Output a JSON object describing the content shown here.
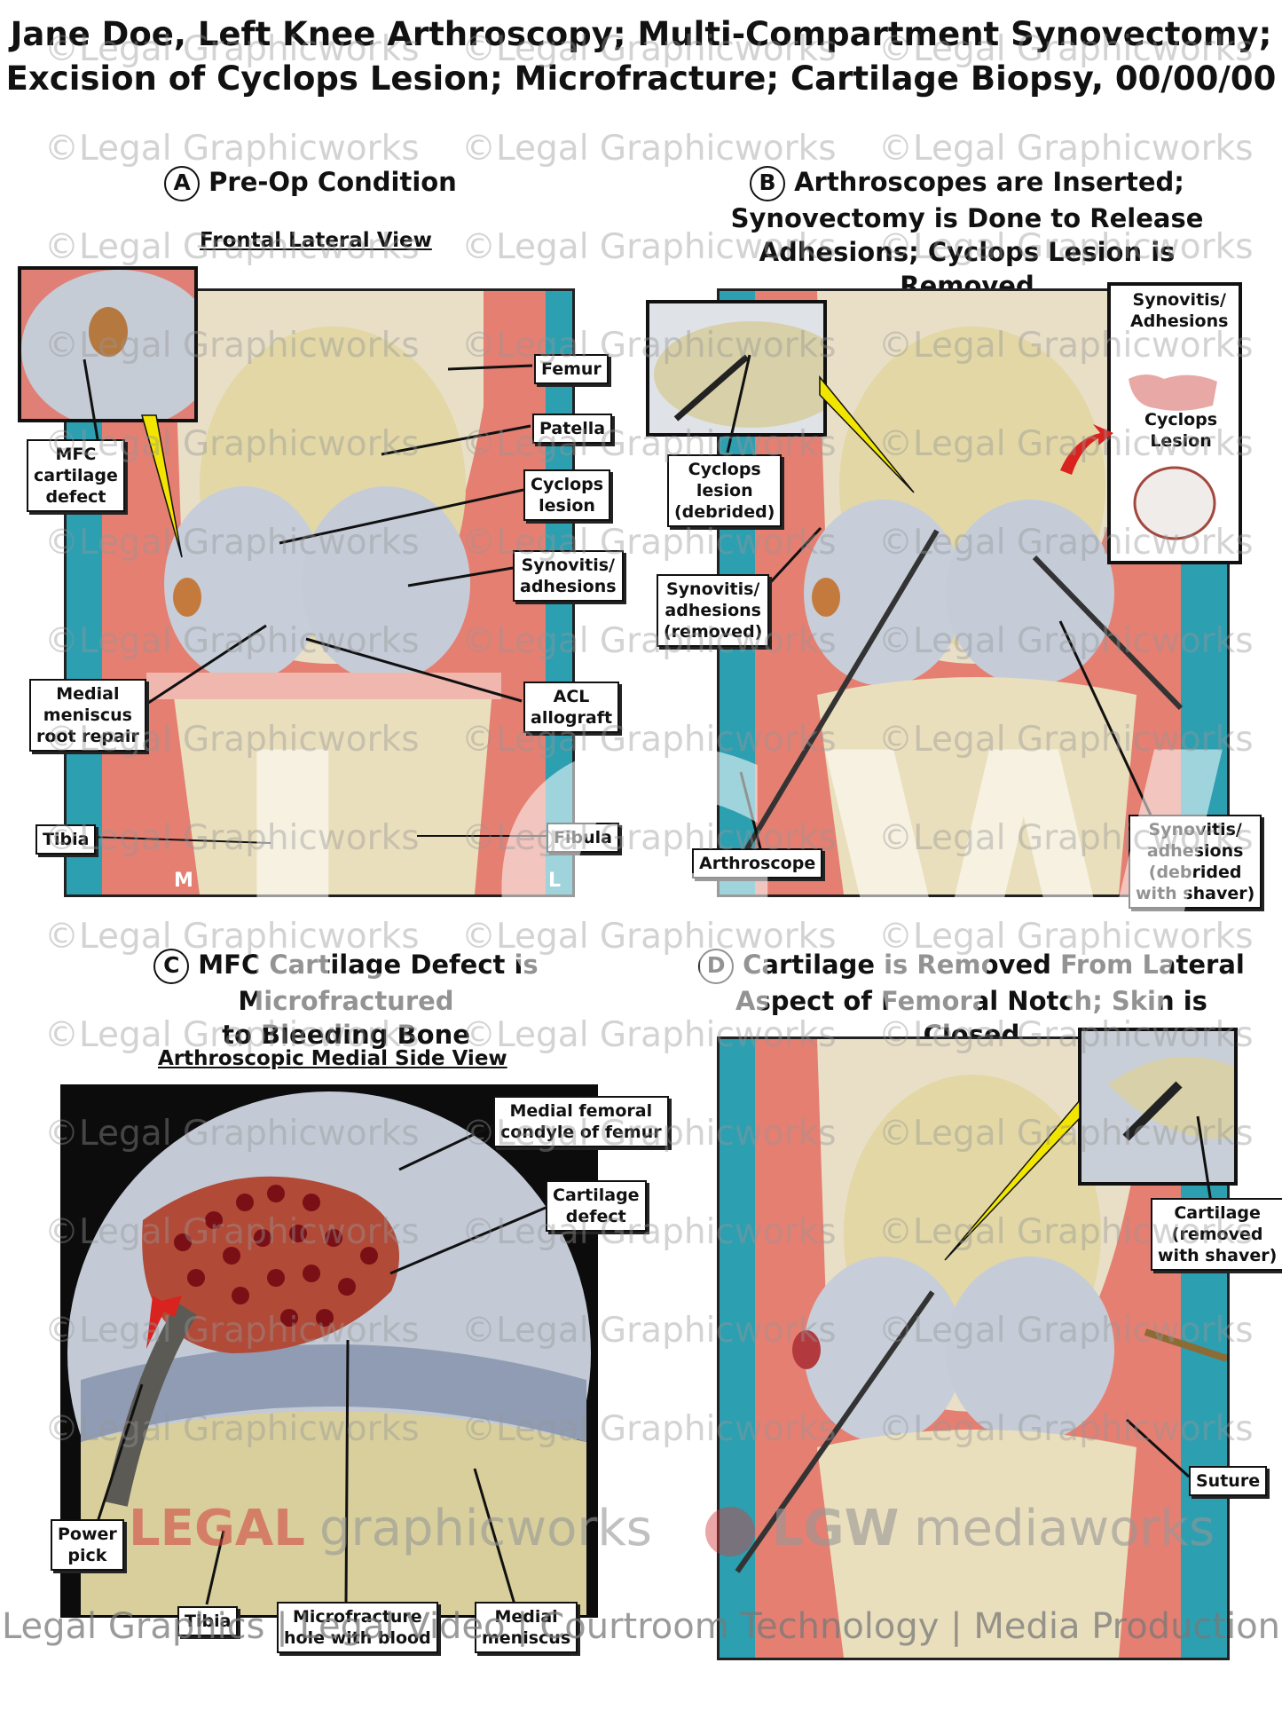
{
  "title": {
    "line1": "Jane Doe, Left Knee Arthroscopy; Multi-Compartment Synovectomy;",
    "line2": "Excision of Cyclops Lesion; Microfracture; Cartilage Biopsy, 00/00/00"
  },
  "watermark": {
    "text": "©Legal Graphicworks"
  },
  "panel_a": {
    "letter": "A",
    "heading": "Pre-Op Condition",
    "subheading": "Frontal Lateral View",
    "labels": {
      "femur": "Femur",
      "patella": "Patella",
      "cyclops": "Cyclops\nlesion",
      "synovitis": "Synovitis/\nadhesions",
      "mfc_defect": "MFC\ncartilage\ndefect",
      "meniscus": "Medial\nmeniscus\nroot repair",
      "acl": "ACL\nallograft",
      "tibia": "Tibia",
      "fibula": "Fibula"
    },
    "side_m": "M",
    "side_l": "L"
  },
  "panel_b": {
    "letter": "B",
    "heading_line1": "Arthroscopes are Inserted;",
    "heading_line2": "Synovectomy is Done to Release",
    "heading_line3": "Adhesions; Cyclops Lesion is Removed",
    "labels": {
      "cyclops_debrided": "Cyclops\nlesion\n(debrided)",
      "synovitis_removed": "Synovitis/\nadhesions\n(removed)",
      "arthroscope": "Arthroscope",
      "synovitis_debrided": "Synovitis/\nadhesions\n(debrided\nwith shaver)",
      "specimen_synovitis": "Synovitis/\nAdhesions",
      "specimen_cyclops": "Cyclops\nLesion"
    }
  },
  "panel_c": {
    "letter": "C",
    "heading_line1": "MFC Cartilage Defect is Microfractured",
    "heading_line2": "to Bleeding Bone",
    "subheading": "Arthroscopic Medial Side View",
    "labels": {
      "mfc": "Medial femoral\ncondyle of femur",
      "defect": "Cartilage\ndefect",
      "power_pick": "Power\npick",
      "tibia": "Tibia",
      "microfracture": "Microfracture\nhole with blood",
      "meniscus": "Medial\nmeniscus"
    }
  },
  "panel_d": {
    "letter": "D",
    "heading_line1": "Cartilage is Removed From Lateral",
    "heading_line2": "Aspect of Femoral Notch; Skin is Closed",
    "labels": {
      "cartilage_removed": "Cartilage\n(removed\nwith shaver)",
      "suture": "Suture"
    }
  },
  "branding": {
    "lgw": "LGW",
    "legal": "LEGAL",
    "graphicworks": "graphicworks",
    "lgw_small": "LGW",
    "mediaworks": "mediaworks",
    "footer": "Legal Graphics | Legal Video | Courtroom Technology | Media Production"
  },
  "colors": {
    "tissue_red": "#e0726a",
    "bone_yellow": "#e6ddb0",
    "teal_bg": "#2a9fb0",
    "cartilage_grey": "#c9cfd8",
    "leader_yellow": "#f2e600",
    "arrow_red": "#d9231f",
    "blood": "#9c1a1f"
  }
}
